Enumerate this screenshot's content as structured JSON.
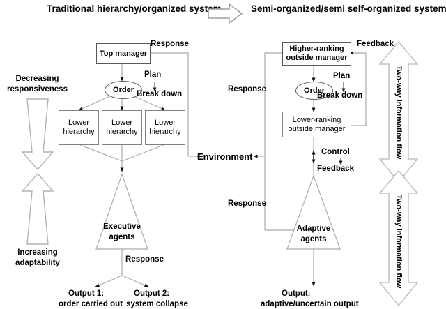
{
  "headers": {
    "left": "Traditional hierarchy/organized system",
    "right": "Semi-organized/semi self-organized system",
    "arrow_icon": "block-arrow-right-icon"
  },
  "left_panel": {
    "side_arrows": {
      "top_label": "Decreasing\nresponsiveness",
      "top_label_line1": "Decreasing",
      "top_label_line2": "responsiveness",
      "bottom_label_line1": "Increasing",
      "bottom_label_line2": "adaptability",
      "down_arrow_icon": "tapered-down-arrow-icon",
      "up_arrow_icon": "tapered-up-arrow-icon"
    },
    "top_manager": "Top manager",
    "order": "Order",
    "labels": {
      "response": "Response",
      "plan": "Plan",
      "break_down": "Break down",
      "response_bottom": "Response"
    },
    "lower_boxes": [
      {
        "line1": "Lower",
        "line2": "hierarchy"
      },
      {
        "line1": "Lower",
        "line2": "hierarchy"
      },
      {
        "line1": "Lower",
        "line2": "hierarchy"
      }
    ],
    "triangle": {
      "line1": "Executive",
      "line2": "agents"
    },
    "outputs": [
      {
        "line1": "Output 1:",
        "line2": "order carried out"
      },
      {
        "line1": "Output 2:",
        "line2": "system collapse"
      }
    ]
  },
  "environment": {
    "label": "Environment"
  },
  "right_panel": {
    "higher_manager": {
      "line1": "Higher-ranking",
      "line2": "outside manager"
    },
    "lower_manager": {
      "line1": "Lower-ranking",
      "line2": "outside manager"
    },
    "order": "Order",
    "labels": {
      "feedback_top": "Feedback",
      "plan": "Plan",
      "break_down": "Break down",
      "response_top": "Response",
      "response_bottom": "Response",
      "control": "Control",
      "feedback_mid": "Feedback"
    },
    "triangle": {
      "line1": "Adaptive",
      "line2": "agents"
    },
    "output": {
      "line1": "Output:",
      "line2": "adaptive/uncertain output"
    },
    "flow_arrows": [
      {
        "text": "Two-way information flow",
        "icon": "double-headed-vertical-arrow-icon"
      },
      {
        "text": "Two-way information flow",
        "icon": "double-headed-vertical-arrow-icon"
      }
    ]
  },
  "colors": {
    "line_gray": "#aaaaaa",
    "box_border": "#808080",
    "dark_border": "#595959",
    "text": "#000000",
    "arrow_outline": "#b3b3b3"
  }
}
